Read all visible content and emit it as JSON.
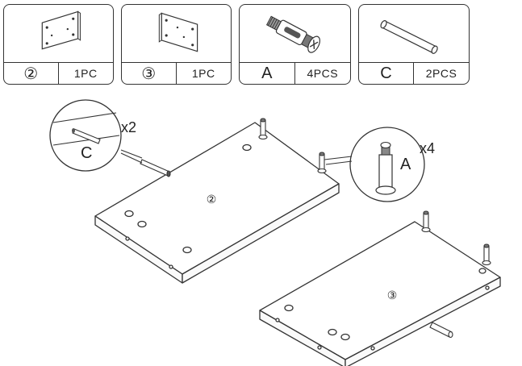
{
  "parts": [
    {
      "id": "②",
      "qty": "1PC",
      "icon": "panel-2-icon"
    },
    {
      "id": "③",
      "qty": "1PC",
      "icon": "panel-3-icon"
    },
    {
      "id": "A",
      "qty": "4PCS",
      "icon": "cam-bolt-icon"
    },
    {
      "id": "C",
      "qty": "2PCS",
      "icon": "wooden-dowel-icon"
    }
  ],
  "callouts": {
    "dowel_letter": "C",
    "dowel_count": "x2",
    "bolt_letter": "A",
    "bolt_count": "x4"
  },
  "panels": {
    "panel2_label": "②",
    "panel3_label": "③"
  }
}
